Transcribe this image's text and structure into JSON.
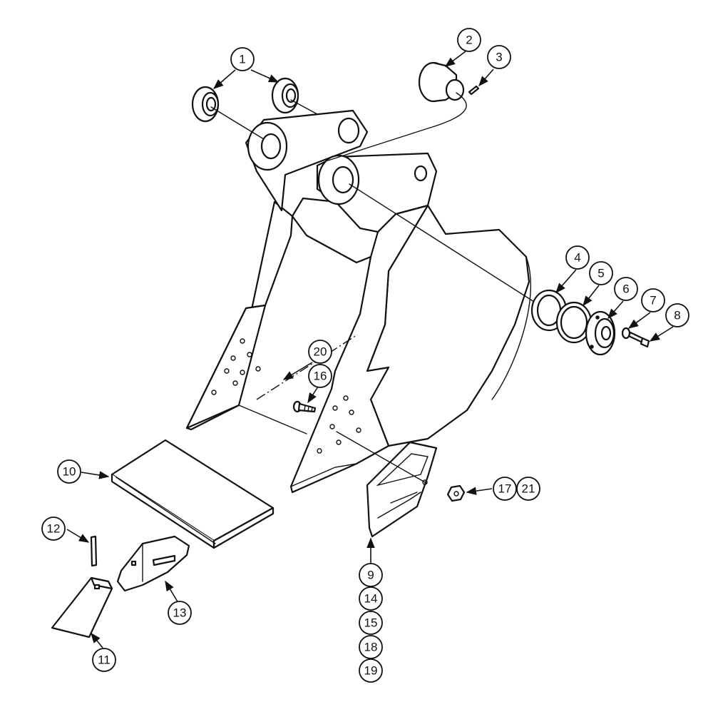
{
  "callouts": {
    "c1": "1",
    "c2": "2",
    "c3": "3",
    "c4": "4",
    "c5": "5",
    "c6": "6",
    "c7": "7",
    "c8": "8",
    "c9": "9",
    "c10": "10",
    "c11": "11",
    "c12": "12",
    "c13": "13",
    "c14": "14",
    "c15": "15",
    "c16": "16",
    "c17": "17",
    "c18": "18",
    "c19": "19",
    "c20": "20",
    "c21": "21"
  },
  "colors": {
    "line": "#111111",
    "background": "#ffffff"
  }
}
